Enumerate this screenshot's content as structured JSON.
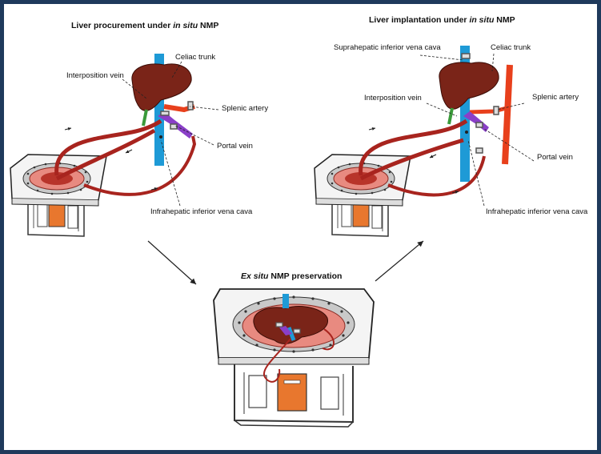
{
  "titles": {
    "left_pre": "Liver procurement under ",
    "left_em": "in situ",
    "left_post": " NMP",
    "right_pre": "Liver implantation under ",
    "right_em": "in situ",
    "right_post": " NMP",
    "bottom_em": "Ex situ",
    "bottom_post": " NMP preservation"
  },
  "left_labels": {
    "celiac": "Celiac trunk",
    "interposition": "Interposition vein",
    "splenic": "Splenic artery",
    "portal": "Portal vein",
    "infrahepatic": "Infrahepatic inferior vena cava"
  },
  "right_labels": {
    "suprahepatic": "Suprahepatic inferior vena cava",
    "celiac": "Celiac trunk",
    "interposition": "Interposition vein",
    "splenic": "Splenic artery",
    "portal": "Portal vein",
    "infrahepatic": "Infrahepatic inferior vena cava"
  },
  "colors": {
    "background": "#1f3a5c",
    "liver": "#7a2418",
    "vena_cava": "#1e9ad6",
    "artery": "#e8401c",
    "portal": "#8a3fc8",
    "tubing": "#a8241e",
    "bile_duct": "#3a9a3a",
    "device_pump": "#e8772e",
    "perfusion_bed": "#e88a80"
  }
}
